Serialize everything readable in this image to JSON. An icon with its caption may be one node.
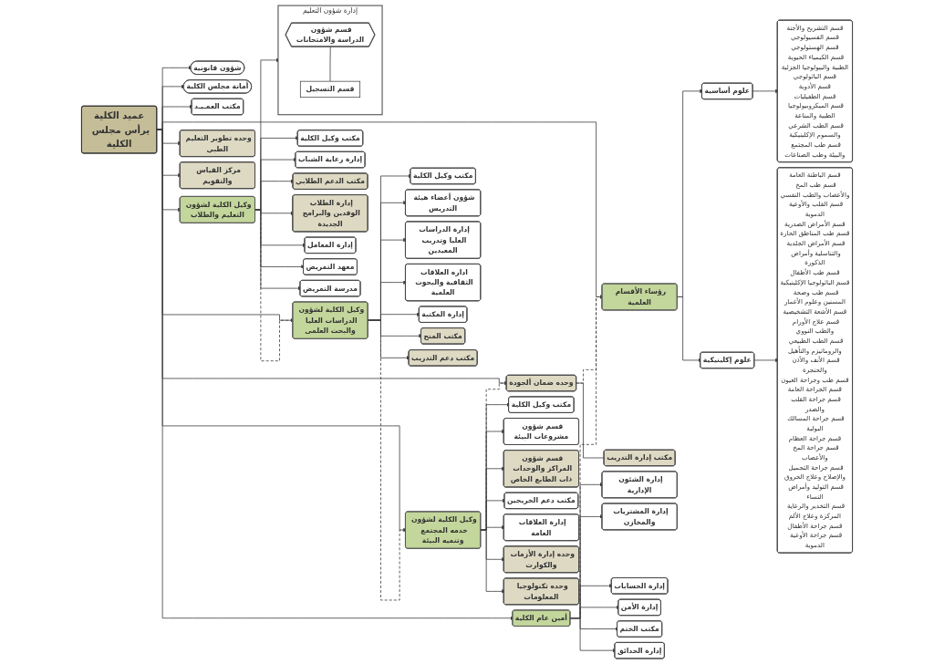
{
  "diagram": {
    "nodes": [
      {
        "text": [
          "عميد الكلية",
          "يرأس مجلس الكلية"
        ]
      },
      {
        "text": [
          "شؤون قانونية"
        ]
      },
      {
        "text": [
          "أمانة مجلس الكلية"
        ]
      },
      {
        "text": [
          "مكتب العمـيـد"
        ]
      },
      {
        "text": [
          "وكيل الكلية لشؤون التعليم والطلاب"
        ]
      },
      {
        "text": [
          "وكيل الكلية لشؤون الدراسات العليا والبحث العلمى"
        ]
      },
      {
        "text": [
          "وكيل الكلية لشؤون خدمه المجتمع وتنميه البيئة"
        ]
      },
      {
        "text": [
          "وحده ضمان ألجودة"
        ]
      },
      {
        "text": [
          "رؤساء الأقسام العلمية"
        ]
      },
      {
        "text": [
          "أمين عام الكلية"
        ]
      },
      {
        "text": [
          "مكتب وكيل الكلية"
        ]
      },
      {
        "text": [
          "إدارة شؤون التعليم"
        ]
      },
      {
        "text": [
          "قسم شؤون الدراسة والامتحانات"
        ],
        "in": 11
      },
      {
        "text": [
          "قسم التسجيل"
        ],
        "in": 11
      },
      {
        "text": [
          "إدارة رعاية الشباب"
        ]
      },
      {
        "text": [
          "مكتب الدعم الطلابي"
        ]
      },
      {
        "text": [
          "إدارة الطلاب الوفدين والبرامج الجديدة"
        ]
      },
      {
        "text": [
          "إدارة المعامل"
        ]
      },
      {
        "text": [
          "معهد التمريض"
        ]
      },
      {
        "text": [
          "مدرسة التمريض"
        ]
      },
      {
        "text": [
          "مكتب وكيل الكلية"
        ]
      },
      {
        "text": [
          "شؤون أعضاء هيئة التدريس"
        ]
      },
      {
        "text": [
          "إدارة الدراسات العليا وتدريب المعيدين"
        ]
      },
      {
        "text": [
          "اداره العلاقات الثقافية والبحوث العلمية"
        ]
      },
      {
        "text": [
          "إدارة المكتبة"
        ]
      },
      {
        "text": [
          "مكتب المنح"
        ]
      },
      {
        "text": [
          "مكتب دعم التدريب"
        ]
      },
      {
        "text": [
          "مكتب وكيل الكلية"
        ]
      },
      {
        "text": [
          "قسم شؤون مشروعات البيئة"
        ]
      },
      {
        "text": [
          "قسم شؤون المراكز والوحدات ذات الطابع الخاص"
        ]
      },
      {
        "text": [
          "مكتب دعم الخريجين"
        ]
      },
      {
        "text": [
          "إدارة العلاقات العامة"
        ]
      },
      {
        "text": [
          "وحده إدارة الأزمات والكوارث"
        ]
      },
      {
        "text": [
          "وحده تكنولوجيا المعلومات"
        ]
      },
      {
        "text": [
          "مكتب إدارة التدريب"
        ]
      },
      {
        "text": [
          "وحده تطوير التعليم الطبي"
        ]
      },
      {
        "text": [
          "مركز القياس والتقويم"
        ]
      },
      {
        "text": [
          "علوم أساسية"
        ]
      },
      {
        "text": [
          "علوم إكلينيكية"
        ]
      },
      {
        "text": [
          "قسم التشريح والأجنة",
          "قسم الفسيولوجي",
          "قسم الهستولوجي",
          "قسم الكيمياء الحيوية الطبية والبيولوجيا الجزئية",
          "قسم الباثولوجي",
          "قسم الأدوية",
          "قسم الطفيليات",
          "قسم الميكروبيولوجيا الطبية والمناعة",
          "قسم الطب الشرعي والسموم الإكلينيكية",
          "قسم طب المجتمع والبيئة وطب الصناعات"
        ]
      },
      {
        "text": [
          "قسم الباطنة العامة",
          "قسم طب المخ والأعصاب والطب النفسي",
          "قسم القلب والأوعية الدموية",
          "قسم الأمراض الصدرية",
          "قسم طب المناطق الحارة",
          "قسم الأمراض الجلدية والتناسلية وأمراض الذكورة",
          "قسم طب الأطفال",
          "قسم الباثولوجيا الإكلينيكية",
          "قسم طب وصحة المسنين وعلوم الأعمار",
          "قسم الأشعة التشخيصية",
          "قسم علاج الأورام والطب النووي",
          "قسم الطب الطبيعي والروماتيزم والتأهيل",
          "قسم الأنف والأذن والحنجرة",
          "قسم طب وجراحة العيون",
          "قسم الجراحة العامة",
          "قسم جراحة القلب والصدر",
          "قسم جراحة المسالك البولية",
          "قسم جراحة العظام",
          "قسم جراحة المخ والأعصاب",
          "قسم جراحة التجميل والإصلاح وعلاج الحروق",
          "قسم التوليد وأمراض النساء",
          "قسم التخدير والرعاية المركزة وعلاج الألم",
          "قسم جراحة الأطفال",
          "قسم جراحة الأوعية الدموية"
        ]
      },
      {
        "text": [
          "إدارة الشئون الإدارية"
        ]
      },
      {
        "text": [
          "إدارة المشتريات والمخازن"
        ]
      },
      {
        "text": [
          "إدارة الحسابات"
        ]
      },
      {
        "text": [
          "إدارة الأمن"
        ]
      },
      {
        "text": [
          "مكتب الختم"
        ]
      },
      {
        "text": [
          "إدارة الحدائق"
        ]
      }
    ],
    "edges": [
      {
        "from": 0,
        "to": 1,
        "arrow": "to"
      },
      {
        "from": 0,
        "to": 2,
        "arrow": "to"
      },
      {
        "from": 0,
        "to": 3,
        "arrow": "to"
      },
      {
        "from": 0,
        "to": 4,
        "arrow": "to"
      },
      {
        "from": 0,
        "to": 5,
        "arrow": "to"
      },
      {
        "from": 0,
        "to": 6,
        "arrow": "to"
      },
      {
        "from": 0,
        "to": 7,
        "arrow": "to"
      },
      {
        "from": 0,
        "to": 8,
        "arrow": "to"
      },
      {
        "from": 0,
        "to": 9,
        "arrow": "to"
      },
      {
        "from": 4,
        "to": 5,
        "arrow": "none",
        "style": "dashed"
      },
      {
        "from": 5,
        "to": 6,
        "arrow": "none",
        "style": "dashed"
      },
      {
        "from": 6,
        "to": 7,
        "arrow": "none",
        "style": "dashed"
      },
      {
        "from": 7,
        "to": 8,
        "arrow": "none",
        "style": "dashed"
      },
      {
        "from": 9,
        "to": 8,
        "arrow": "none",
        "style": "dashed"
      },
      {
        "from": 4,
        "to": 10,
        "arrow": "to"
      },
      {
        "from": 4,
        "to": 11,
        "arrow": "to"
      },
      {
        "from": 12,
        "to": 13,
        "arrow": "none"
      },
      {
        "from": 4,
        "to": 14,
        "arrow": "to"
      },
      {
        "from": 4,
        "to": 15,
        "arrow": "to"
      },
      {
        "from": 4,
        "to": 16,
        "arrow": "to"
      },
      {
        "from": 4,
        "to": 17,
        "arrow": "to"
      },
      {
        "from": 4,
        "to": 18,
        "arrow": "to"
      },
      {
        "from": 4,
        "to": 19,
        "arrow": "to"
      },
      {
        "from": 5,
        "to": 20,
        "arrow": "to"
      },
      {
        "from": 5,
        "to": 21,
        "arrow": "to"
      },
      {
        "from": 5,
        "to": 22,
        "arrow": "to"
      },
      {
        "from": 5,
        "to": 23,
        "arrow": "to"
      },
      {
        "from": 5,
        "to": 24,
        "arrow": "to"
      },
      {
        "from": 5,
        "to": 25,
        "arrow": "to"
      },
      {
        "from": 5,
        "to": 26,
        "arrow": "to"
      },
      {
        "from": 6,
        "to": 27,
        "arrow": "to"
      },
      {
        "from": 6,
        "to": 28,
        "arrow": "to"
      },
      {
        "from": 6,
        "to": 29,
        "arrow": "to"
      },
      {
        "from": 6,
        "to": 30,
        "arrow": "to"
      },
      {
        "from": 6,
        "to": 31,
        "arrow": "to"
      },
      {
        "from": 6,
        "to": 32,
        "arrow": "to"
      },
      {
        "from": 6,
        "to": 33,
        "arrow": "to"
      },
      {
        "from": 7,
        "to": 34,
        "arrow": "none"
      },
      {
        "from": 0,
        "to": 35,
        "arrow": "to"
      },
      {
        "from": 0,
        "to": 36,
        "arrow": "to"
      },
      {
        "from": 8,
        "to": 37,
        "arrow": "to"
      },
      {
        "from": 8,
        "to": 38,
        "arrow": "to"
      },
      {
        "from": 37,
        "to": 39,
        "arrow": "to"
      },
      {
        "from": 38,
        "to": 40,
        "arrow": "to"
      },
      {
        "from": 9,
        "to": 41,
        "arrow": "to"
      },
      {
        "from": 9,
        "to": 42,
        "arrow": "to"
      },
      {
        "from": 9,
        "to": 43,
        "arrow": "to"
      },
      {
        "from": 9,
        "to": 44,
        "arrow": "to"
      },
      {
        "from": 9,
        "to": 45,
        "arrow": "to"
      },
      {
        "from": 9,
        "to": 46,
        "arrow": "to"
      }
    ]
  }
}
